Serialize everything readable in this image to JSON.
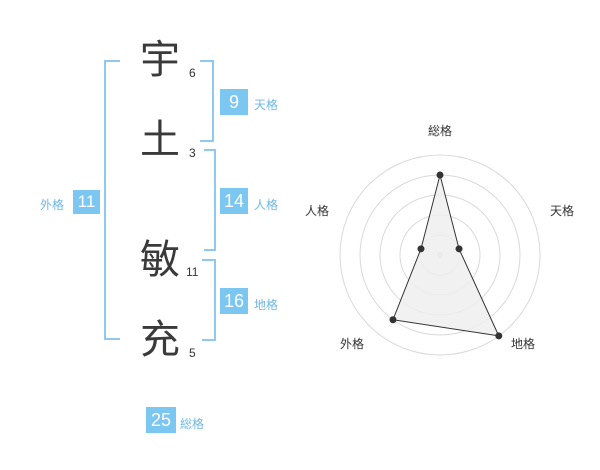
{
  "name_chars": [
    {
      "char": "宇",
      "strokes": "6"
    },
    {
      "char": "土",
      "strokes": "3"
    },
    {
      "char": "敏",
      "strokes": "11"
    },
    {
      "char": "充",
      "strokes": "5"
    }
  ],
  "fortunes": {
    "tenkaku": {
      "value": "9",
      "label": "天格"
    },
    "jinkaku": {
      "value": "14",
      "label": "人格"
    },
    "chikaku": {
      "value": "16",
      "label": "地格"
    },
    "gaikaku": {
      "value": "11",
      "label": "外格"
    },
    "soukaku": {
      "value": "25",
      "label": "総格"
    }
  },
  "radar": {
    "axes": [
      "総格",
      "天格",
      "地格",
      "外格",
      "人格"
    ],
    "levels": 5,
    "values": [
      4,
      1,
      5,
      4,
      1
    ],
    "max": 5,
    "fill_color": "#eeeeee",
    "line_color": "#333333",
    "grid_color": "#d9d9d9"
  },
  "colors": {
    "accent": "#7cc6f2",
    "bracket": "#8fc8f0"
  }
}
